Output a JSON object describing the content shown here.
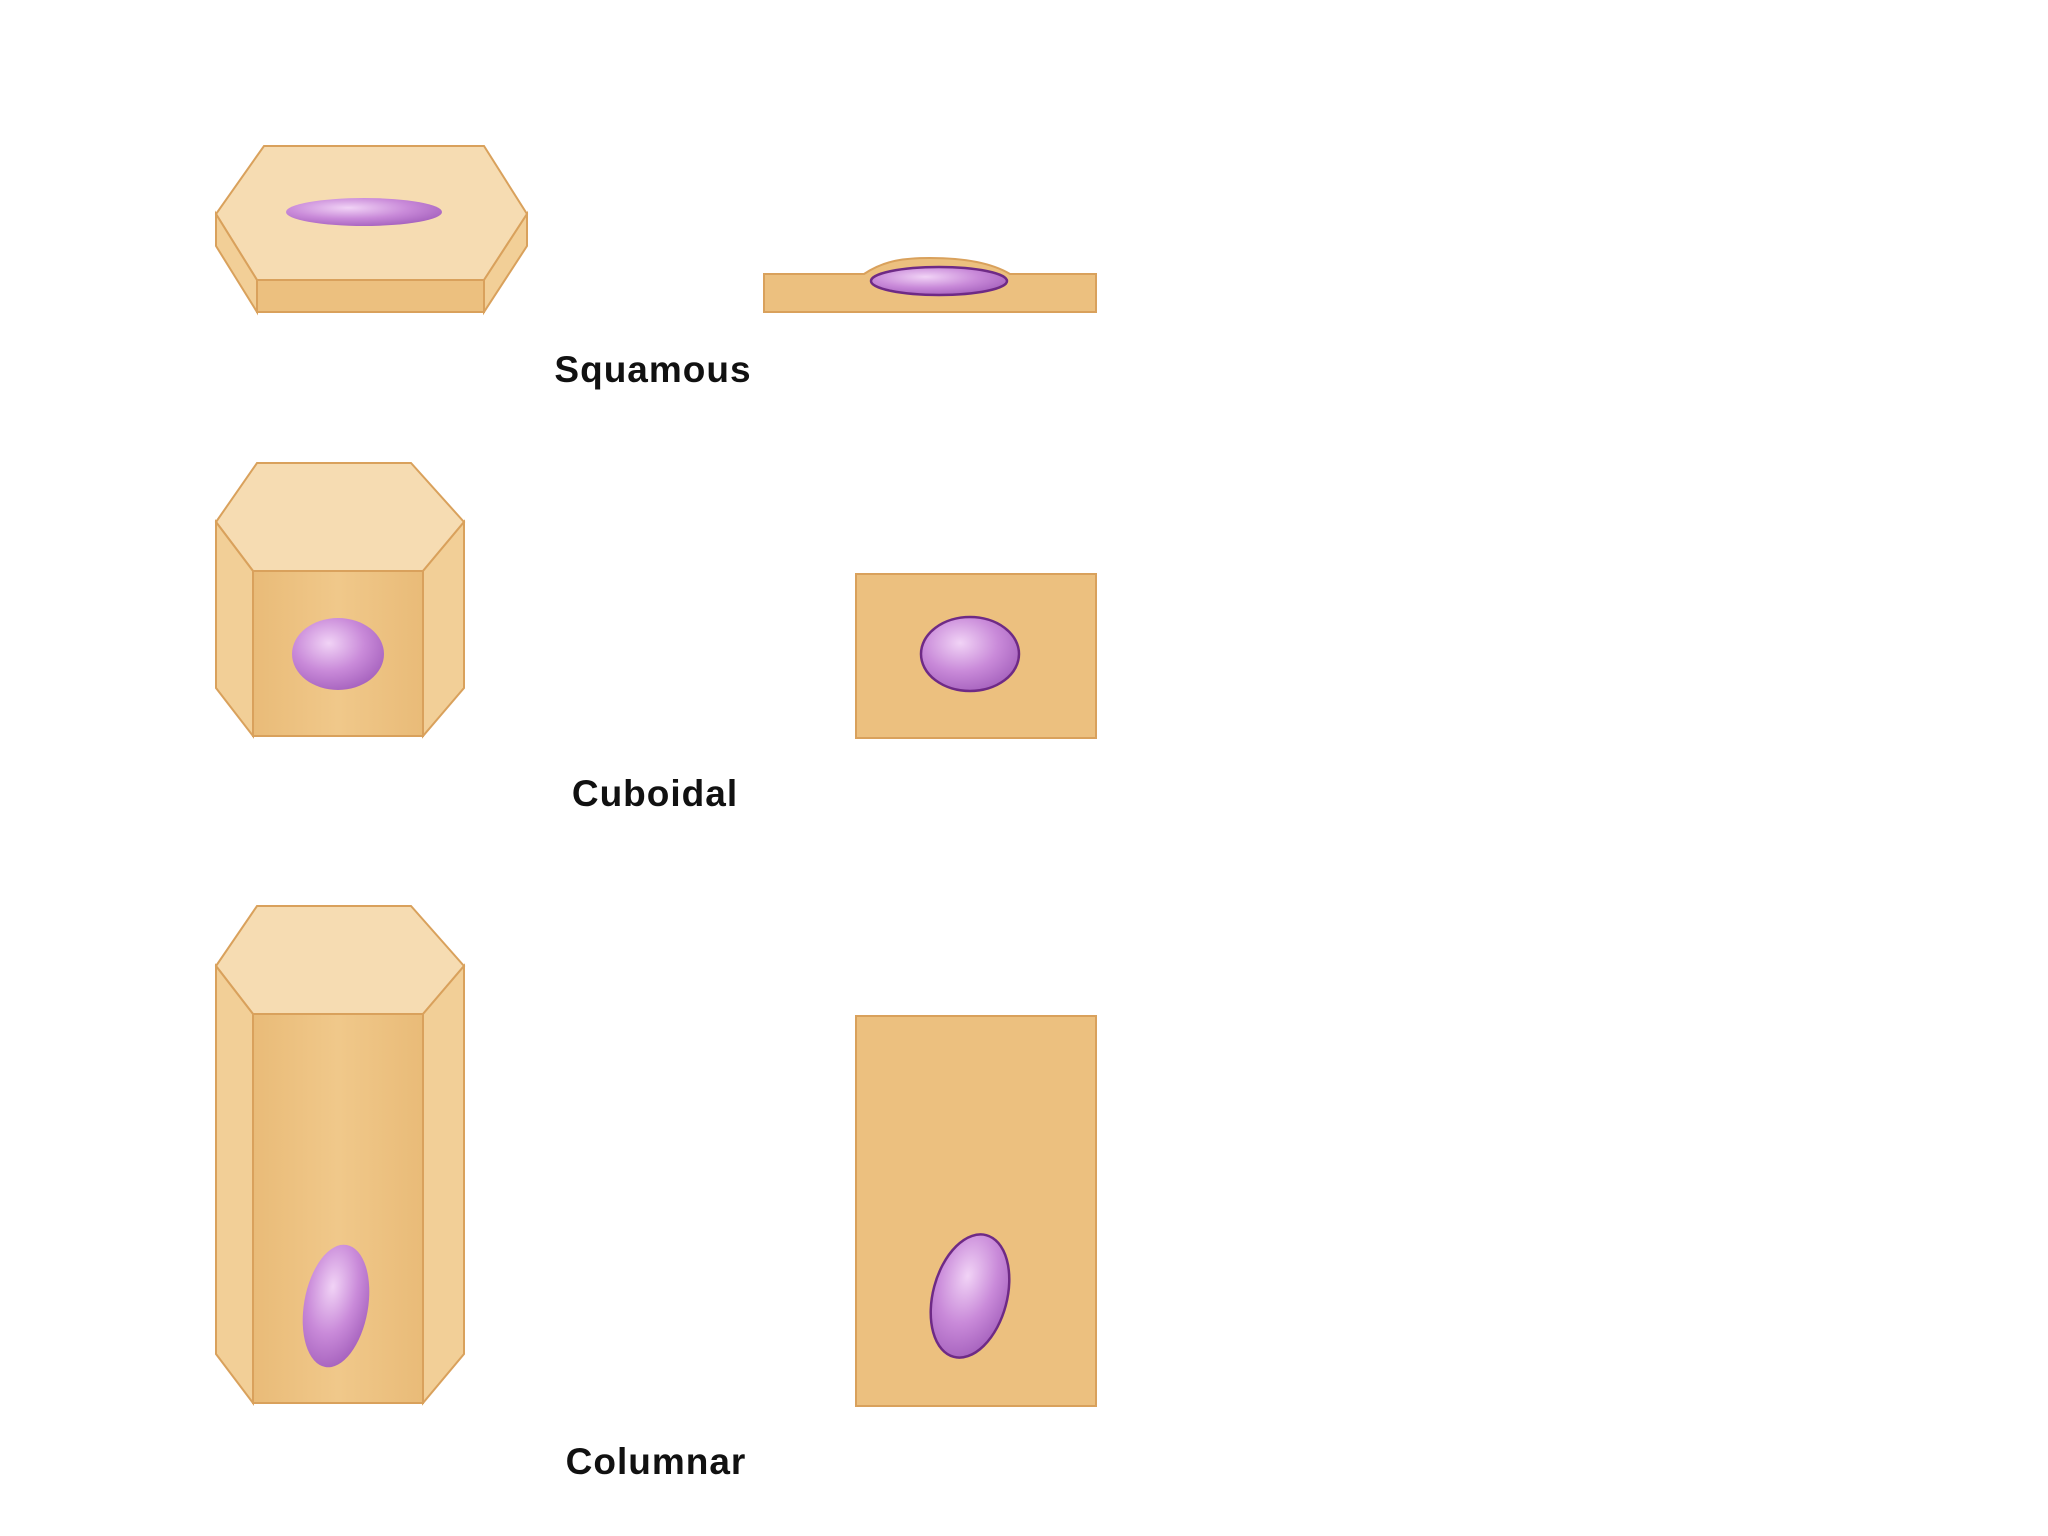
{
  "labels": {
    "squamous": "Squamous",
    "cuboidal": "Cuboidal",
    "columnar": "Columnar"
  },
  "colors": {
    "background": "#ffffff",
    "cell_top": "#f6dcb2",
    "cell_front": "#ecc07f",
    "cell_side": "#f2cf97",
    "cell_edge": "#d9a15c",
    "nucleus_light": "#e6b9ef",
    "nucleus": "#c27cd4",
    "nucleus_dark": "#9d55b3",
    "nucleus_outline": "#6e2a86",
    "label_text": "#111111"
  }
}
